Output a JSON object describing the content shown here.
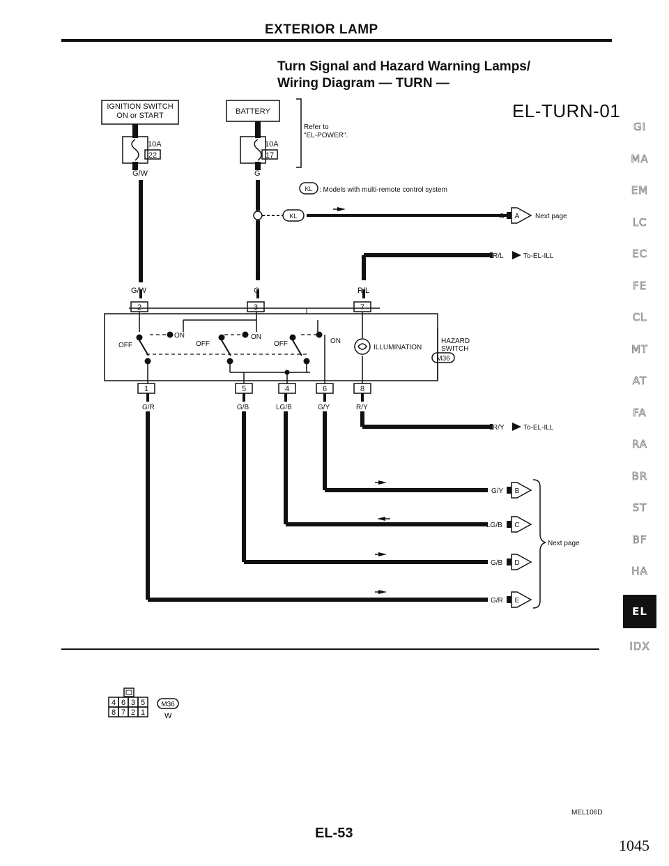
{
  "header": {
    "title": "EXTERIOR LAMP"
  },
  "subtitle": {
    "line1": "Turn Signal and Hazard Warning Lamps/",
    "line2": "Wiring Diagram — TURN —"
  },
  "diagram_code": "EL-TURN-01",
  "ignition_box": {
    "line1": "IGNITION SWITCH",
    "line2": "ON or START"
  },
  "ignition_fuse": {
    "amp": "10A",
    "number": "22"
  },
  "battery_box": {
    "label": "BATTERY"
  },
  "battery_fuse": {
    "amp": "10A",
    "number": "17"
  },
  "refer_note": {
    "line1": "Refer to",
    "line2": "\"EL-POWER\"."
  },
  "kl_note": {
    "badge": "KL",
    "text": ": Models with multi-remote control system"
  },
  "wire_colors": {
    "gw_top": "G/W",
    "g_top": "G",
    "gw_mid": "G/W",
    "g_mid": "G",
    "rl_mid": "R/L",
    "g_out": "G",
    "rl_out": "R/L",
    "ry_out": "R/Y",
    "gr_bot": "G/R",
    "gb_bot": "G/B",
    "lgb_bot": "LG/B",
    "gy_bot": "G/Y",
    "ry_bot": "R/Y",
    "gy_out": "G/Y",
    "lgb_out": "LG/B",
    "gb_out": "G/B",
    "gr_out": "G/R"
  },
  "connectors": {
    "a": "A",
    "b": "B",
    "c": "C",
    "d": "D",
    "e": "E"
  },
  "destinations": {
    "next_page": "Next page",
    "to_el_ill": "To-EL-ILL",
    "next_page_group": "Next page"
  },
  "terminals": {
    "t1": "1",
    "t2": "2",
    "t3": "3",
    "t4": "4",
    "t5": "5",
    "t6": "6",
    "t7": "7",
    "t8": "8"
  },
  "switch": {
    "on": "ON",
    "off": "OFF",
    "illumination": "ILLUMINATION",
    "component_line1": "HAZARD",
    "component_line2": "SWITCH",
    "component_ref": "M36"
  },
  "connector_view": {
    "row1": [
      "4",
      "6",
      "3",
      "5"
    ],
    "row2": [
      "8",
      "7",
      "2",
      "1"
    ],
    "ref": "M36",
    "color": "W"
  },
  "side_tabs": [
    "GI",
    "MA",
    "EM",
    "LC",
    "EC",
    "FE",
    "CL",
    "MT",
    "AT",
    "FA",
    "RA",
    "BR",
    "ST",
    "BF",
    "HA",
    "EL",
    "IDX"
  ],
  "active_tab": "EL",
  "figure_code": "MEL106D",
  "page_label": "EL-53",
  "page_number": "1045"
}
